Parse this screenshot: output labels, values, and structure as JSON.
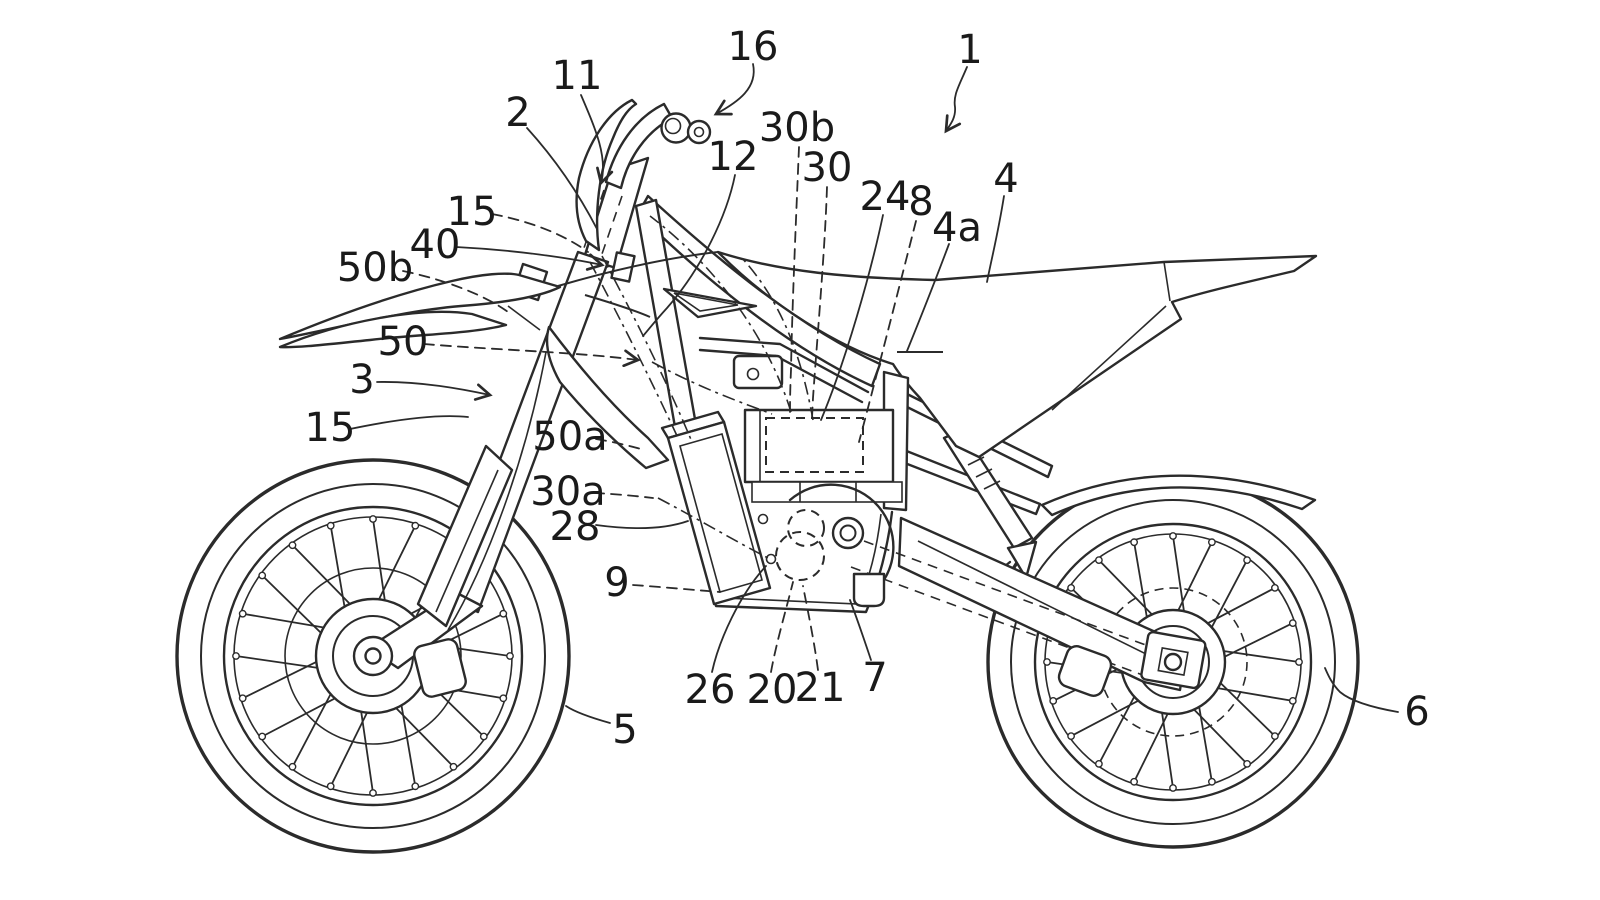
{
  "figure": {
    "description": "Patent-style side-view line drawing of an off-road motorcycle with numbered reference labels and leader lines",
    "view": "left side elevation",
    "background_color": "#ffffff",
    "line_color": "#2b2b2b",
    "label_color": "#1a1a1a"
  },
  "labels": [
    {
      "text": "16"
    },
    {
      "text": "11"
    },
    {
      "text": "2"
    },
    {
      "text": "1"
    },
    {
      "text": "30b"
    },
    {
      "text": "12"
    },
    {
      "text": "30"
    },
    {
      "text": "24"
    },
    {
      "text": "8"
    },
    {
      "text": "4a"
    },
    {
      "text": "4"
    },
    {
      "text": "15"
    },
    {
      "text": "40"
    },
    {
      "text": "50b"
    },
    {
      "text": "50"
    },
    {
      "text": "3"
    },
    {
      "text": "15"
    },
    {
      "text": "50a"
    },
    {
      "text": "30a"
    },
    {
      "text": "28"
    },
    {
      "text": "9"
    },
    {
      "text": "26"
    },
    {
      "text": "20"
    },
    {
      "text": "21"
    },
    {
      "text": "7"
    },
    {
      "text": "5"
    },
    {
      "text": "6"
    }
  ]
}
